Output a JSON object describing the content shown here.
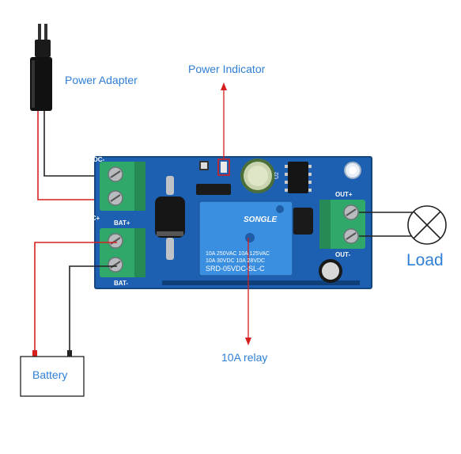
{
  "labels": {
    "power_adapter": "Power Adapter",
    "power_indicator": "Power Indicator",
    "load": "Load",
    "relay": "10A relay",
    "battery": "Battery"
  },
  "board": {
    "dc_minus": "DC-",
    "dc_plus": "DC+",
    "bat_plus": "BAT+",
    "bat_minus": "BAT-",
    "out_plus": "OUT+",
    "out_minus": "OUT-",
    "u2": "U2"
  },
  "relay_print": {
    "brand": "SONGLE",
    "line1": "10A 250VAC 10A 125VAC",
    "line2": "10A  30VDC 10A  28VDC",
    "model": "SRD-05VDC-SL-C"
  },
  "colors": {
    "label_blue": "#2f7fd6",
    "wire_red": "#d62020",
    "wire_black": "#222222",
    "pcb_blue": "#1d5fb0",
    "terminal_green": "#2fa86a",
    "relay_blue": "#3b8fe0"
  }
}
